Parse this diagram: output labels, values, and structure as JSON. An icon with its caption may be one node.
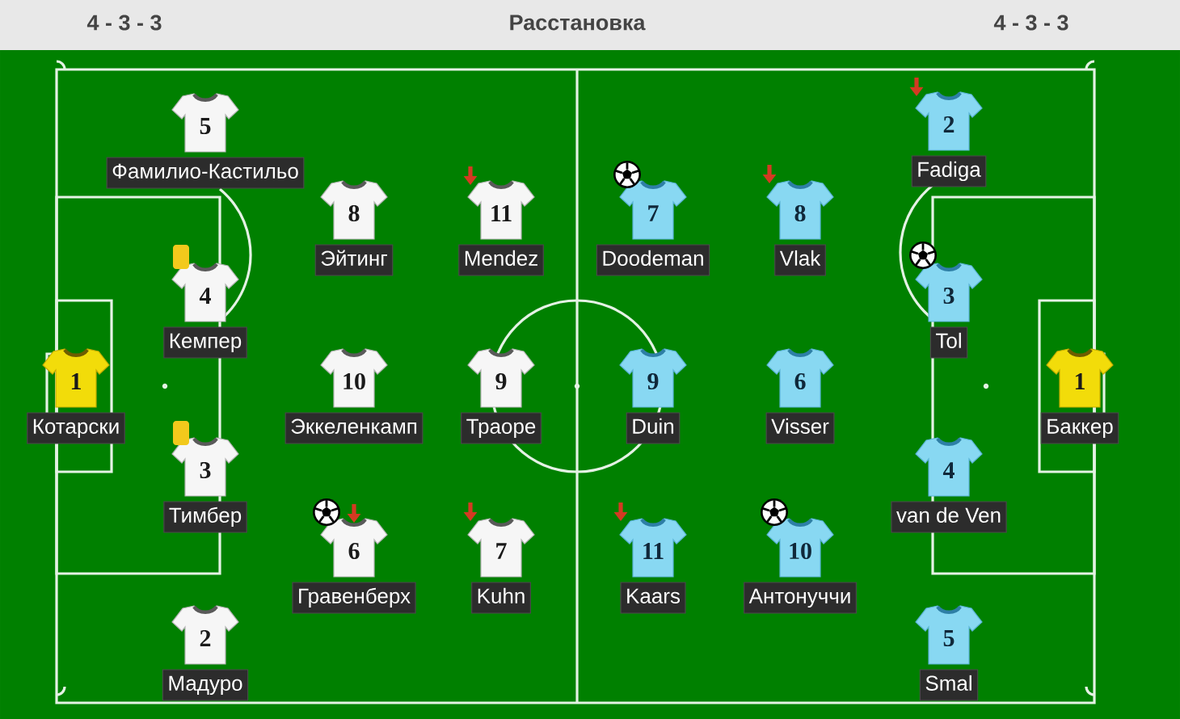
{
  "diagram": {
    "title": "Расстановка",
    "nodes": [
      {
        "text": [
          "1",
          "Котарски"
        ]
      },
      {
        "text": [
          "5",
          "Фамилио-Кастильо"
        ]
      },
      {
        "text": [
          "4",
          "Кемпер"
        ]
      },
      {
        "text": [
          "3",
          "Тимбер"
        ]
      },
      {
        "text": [
          "2",
          "Мадуро"
        ]
      },
      {
        "text": [
          "8",
          "Эйтинг"
        ]
      },
      {
        "text": [
          "10",
          "Эккеленкамп"
        ]
      },
      {
        "text": [
          "6",
          "Гравенберх"
        ]
      },
      {
        "text": [
          "11",
          "Mendez"
        ]
      },
      {
        "text": [
          "9",
          "Траоре"
        ]
      },
      {
        "text": [
          "7",
          "Kuhn"
        ]
      },
      {
        "text": [
          "7",
          "Doodeman"
        ]
      },
      {
        "text": [
          "9",
          "Duin"
        ]
      },
      {
        "text": [
          "11",
          "Kaars"
        ]
      },
      {
        "text": [
          "8",
          "Vlak"
        ]
      },
      {
        "text": [
          "6",
          "Visser"
        ]
      },
      {
        "text": [
          "10",
          "Антонуччи"
        ]
      },
      {
        "text": [
          "2",
          "Fadiga"
        ]
      },
      {
        "text": [
          "3",
          "Tol"
        ]
      },
      {
        "text": [
          "4",
          "van de Ven"
        ]
      },
      {
        "text": [
          "5",
          "Smal"
        ]
      },
      {
        "text": [
          "1",
          "Баккер"
        ]
      }
    ],
    "labels": [
      "4 - 3 - 3",
      "4 - 3 - 3"
    ]
  }
}
